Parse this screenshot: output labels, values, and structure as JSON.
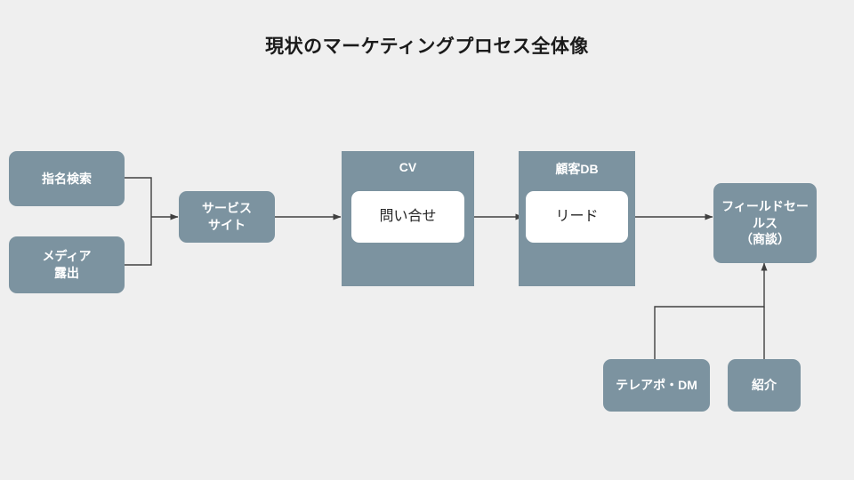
{
  "diagram": {
    "title": "現状のマーケティングプロセス全体像",
    "background_color": "#efefef",
    "node_color": "#7c93a0",
    "node_text_color": "#ffffff",
    "inner_node_color": "#ffffff",
    "inner_node_text_color": "#262626",
    "edge_color": "#404040",
    "nodes": {
      "brand_search": "指名検索",
      "media_exposure": "メディア\n露出",
      "media_exposure_line1": "メディア",
      "media_exposure_line2": "露出",
      "service_site_line1": "サービス",
      "service_site_line2": "サイト",
      "cv_group": "CV",
      "inquiry": "問い合せ",
      "customer_db_group": "顧客DB",
      "lead": "リード",
      "field_sales_line1": "フィールドセー",
      "field_sales_line2": "ルス",
      "field_sales_line3": "（商談）",
      "telemarketing_dm": "テレアポ・DM",
      "referral": "紹介"
    }
  }
}
